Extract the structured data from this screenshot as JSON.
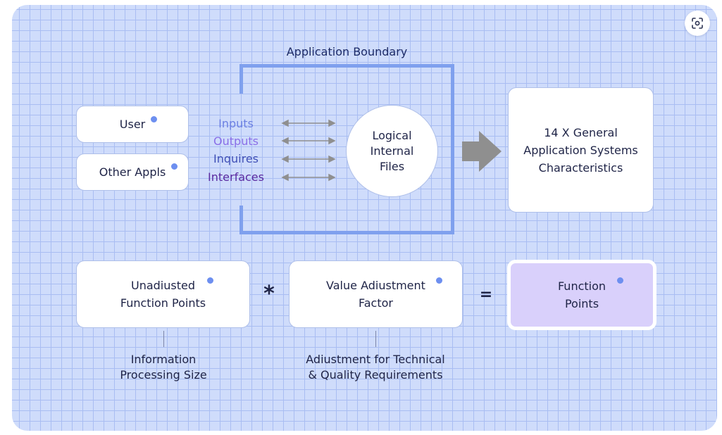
{
  "diagram": {
    "boundary_label": "Application Boundary",
    "actors": [
      {
        "label": "User"
      },
      {
        "label": "Other Appls"
      }
    ],
    "flows": [
      {
        "label": "Inputs",
        "color": "#6b7fe2"
      },
      {
        "label": "Outputs",
        "color": "#8a6fe8"
      },
      {
        "label": "Inquires",
        "color": "#3f4fb6"
      },
      {
        "label": "Interfaces",
        "color": "#5a2aa0"
      }
    ],
    "store": {
      "label": "Logical\nInternal\nFiles"
    },
    "characteristics": {
      "label": "14 X General\nApplication Systems\nCharacteristics"
    },
    "equation": {
      "unadjusted": "Unadiusted\nFunction Points",
      "multiply": "*",
      "vaf": "Value Adiustment\nFactor",
      "equals": "=",
      "result": "Function\nPoints"
    },
    "notes": {
      "unadjusted_note": "Information\nProcessing Size",
      "vaf_note": "Adiustment for Technical\n& Quality Requirements"
    },
    "colors": {
      "accent_dot": "#6d8ff0",
      "boundary": "#7fa0ee",
      "result_fill": "#d9d0fb",
      "arrow_gray": "#8f8f8f"
    },
    "icons": {
      "lens": "lens-search-icon"
    }
  }
}
